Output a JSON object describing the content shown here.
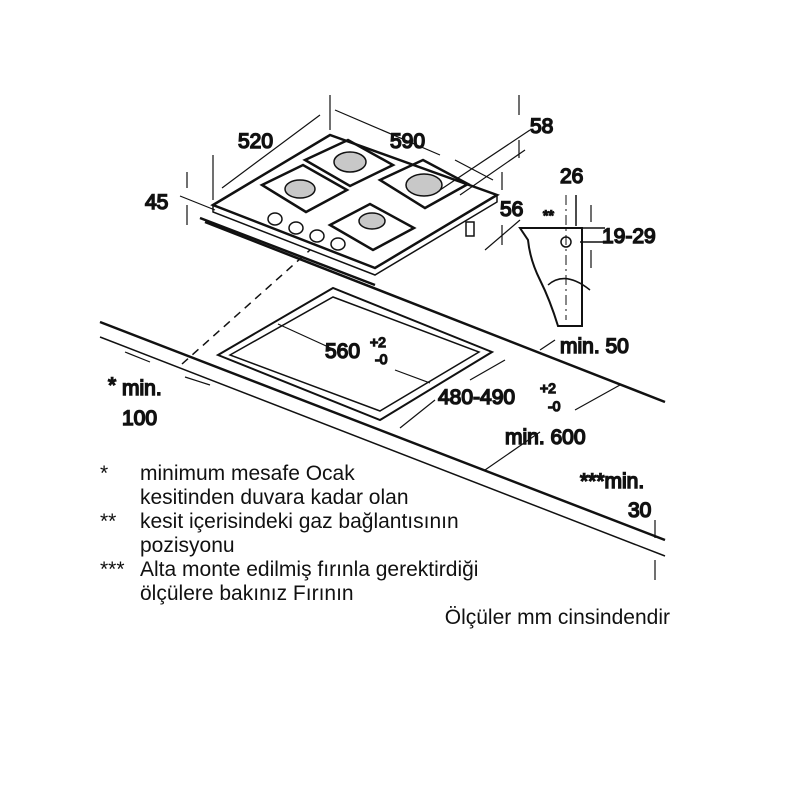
{
  "dimensions": {
    "depth": "520",
    "width": "590",
    "height_front": "45",
    "height_back": "58",
    "leg_height": "56",
    "gas_offset": "26",
    "gas_marker": "**",
    "gas_height": "19-29",
    "cutout_width": "560",
    "cutout_width_tol_plus": "+2",
    "cutout_width_tol_minus": "-0",
    "cutout_depth": "480-490",
    "cutout_depth_tol_plus": "+2",
    "cutout_depth_tol_minus": "-0",
    "min_back": "min. 50",
    "min_wall_marker": "*",
    "min_wall_label": "min.",
    "min_wall_value": "100",
    "min_worktop": "min. 600",
    "min_thickness_label": "***min.",
    "min_thickness_value": "30"
  },
  "notes": [
    {
      "marker": "*",
      "lines": [
        "minimum mesafe Ocak",
        "kesitinden duvara kadar olan"
      ]
    },
    {
      "marker": "**",
      "lines": [
        "kesit içerisindeki gaz bağlantısının",
        "pozisyonu"
      ]
    },
    {
      "marker": "***",
      "lines": [
        "Alta monte edilmiş fırınla gerektirdiği",
        "ölçülere bakınız Fırının"
      ]
    }
  ],
  "units_note": "Ölçüler mm cinsindendir"
}
